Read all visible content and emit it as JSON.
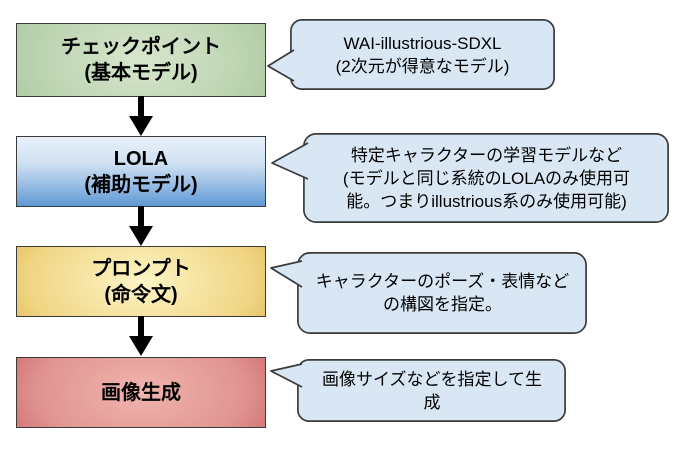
{
  "flow": {
    "steps": [
      {
        "title": "チェックポイント",
        "subtitle": "(基本モデル)",
        "fill_center": "#d8e6ce",
        "fill_edge": "#9cc291",
        "note": {
          "lines": [
            "WAI-illustrious-SDXL",
            "(2次元が得意なモデル)"
          ]
        }
      },
      {
        "title": "LOLA",
        "subtitle": "(補助モデル)",
        "fill_top": "#e9f1fa",
        "fill_bottom": "#5f98d3",
        "note": {
          "lines": [
            "特定キャラクターの学習モデルなど",
            "(モデルと同じ系統のLOLAのみ使用可",
            "能。つまりillustrious系のみ使用可能)"
          ]
        }
      },
      {
        "title": "プロンプト",
        "subtitle": "(命令文)",
        "fill_center": "#fdf5c5",
        "fill_edge": "#d8a83e",
        "note": {
          "lines": [
            "キャラクターのポーズ・表情など",
            "の構図を指定。"
          ]
        }
      },
      {
        "title": "画像生成",
        "subtitle": "",
        "fill_center": "#f1b4ae",
        "fill_edge": "#c4525a",
        "note": {
          "lines": [
            "画像サイズなどを指定して生",
            "成"
          ]
        }
      }
    ],
    "callout_style": {
      "fill": "#d9e7f5",
      "border": "#3b3b3b"
    },
    "box_border": "#3b3b3b",
    "arrow_color": "#000000"
  }
}
